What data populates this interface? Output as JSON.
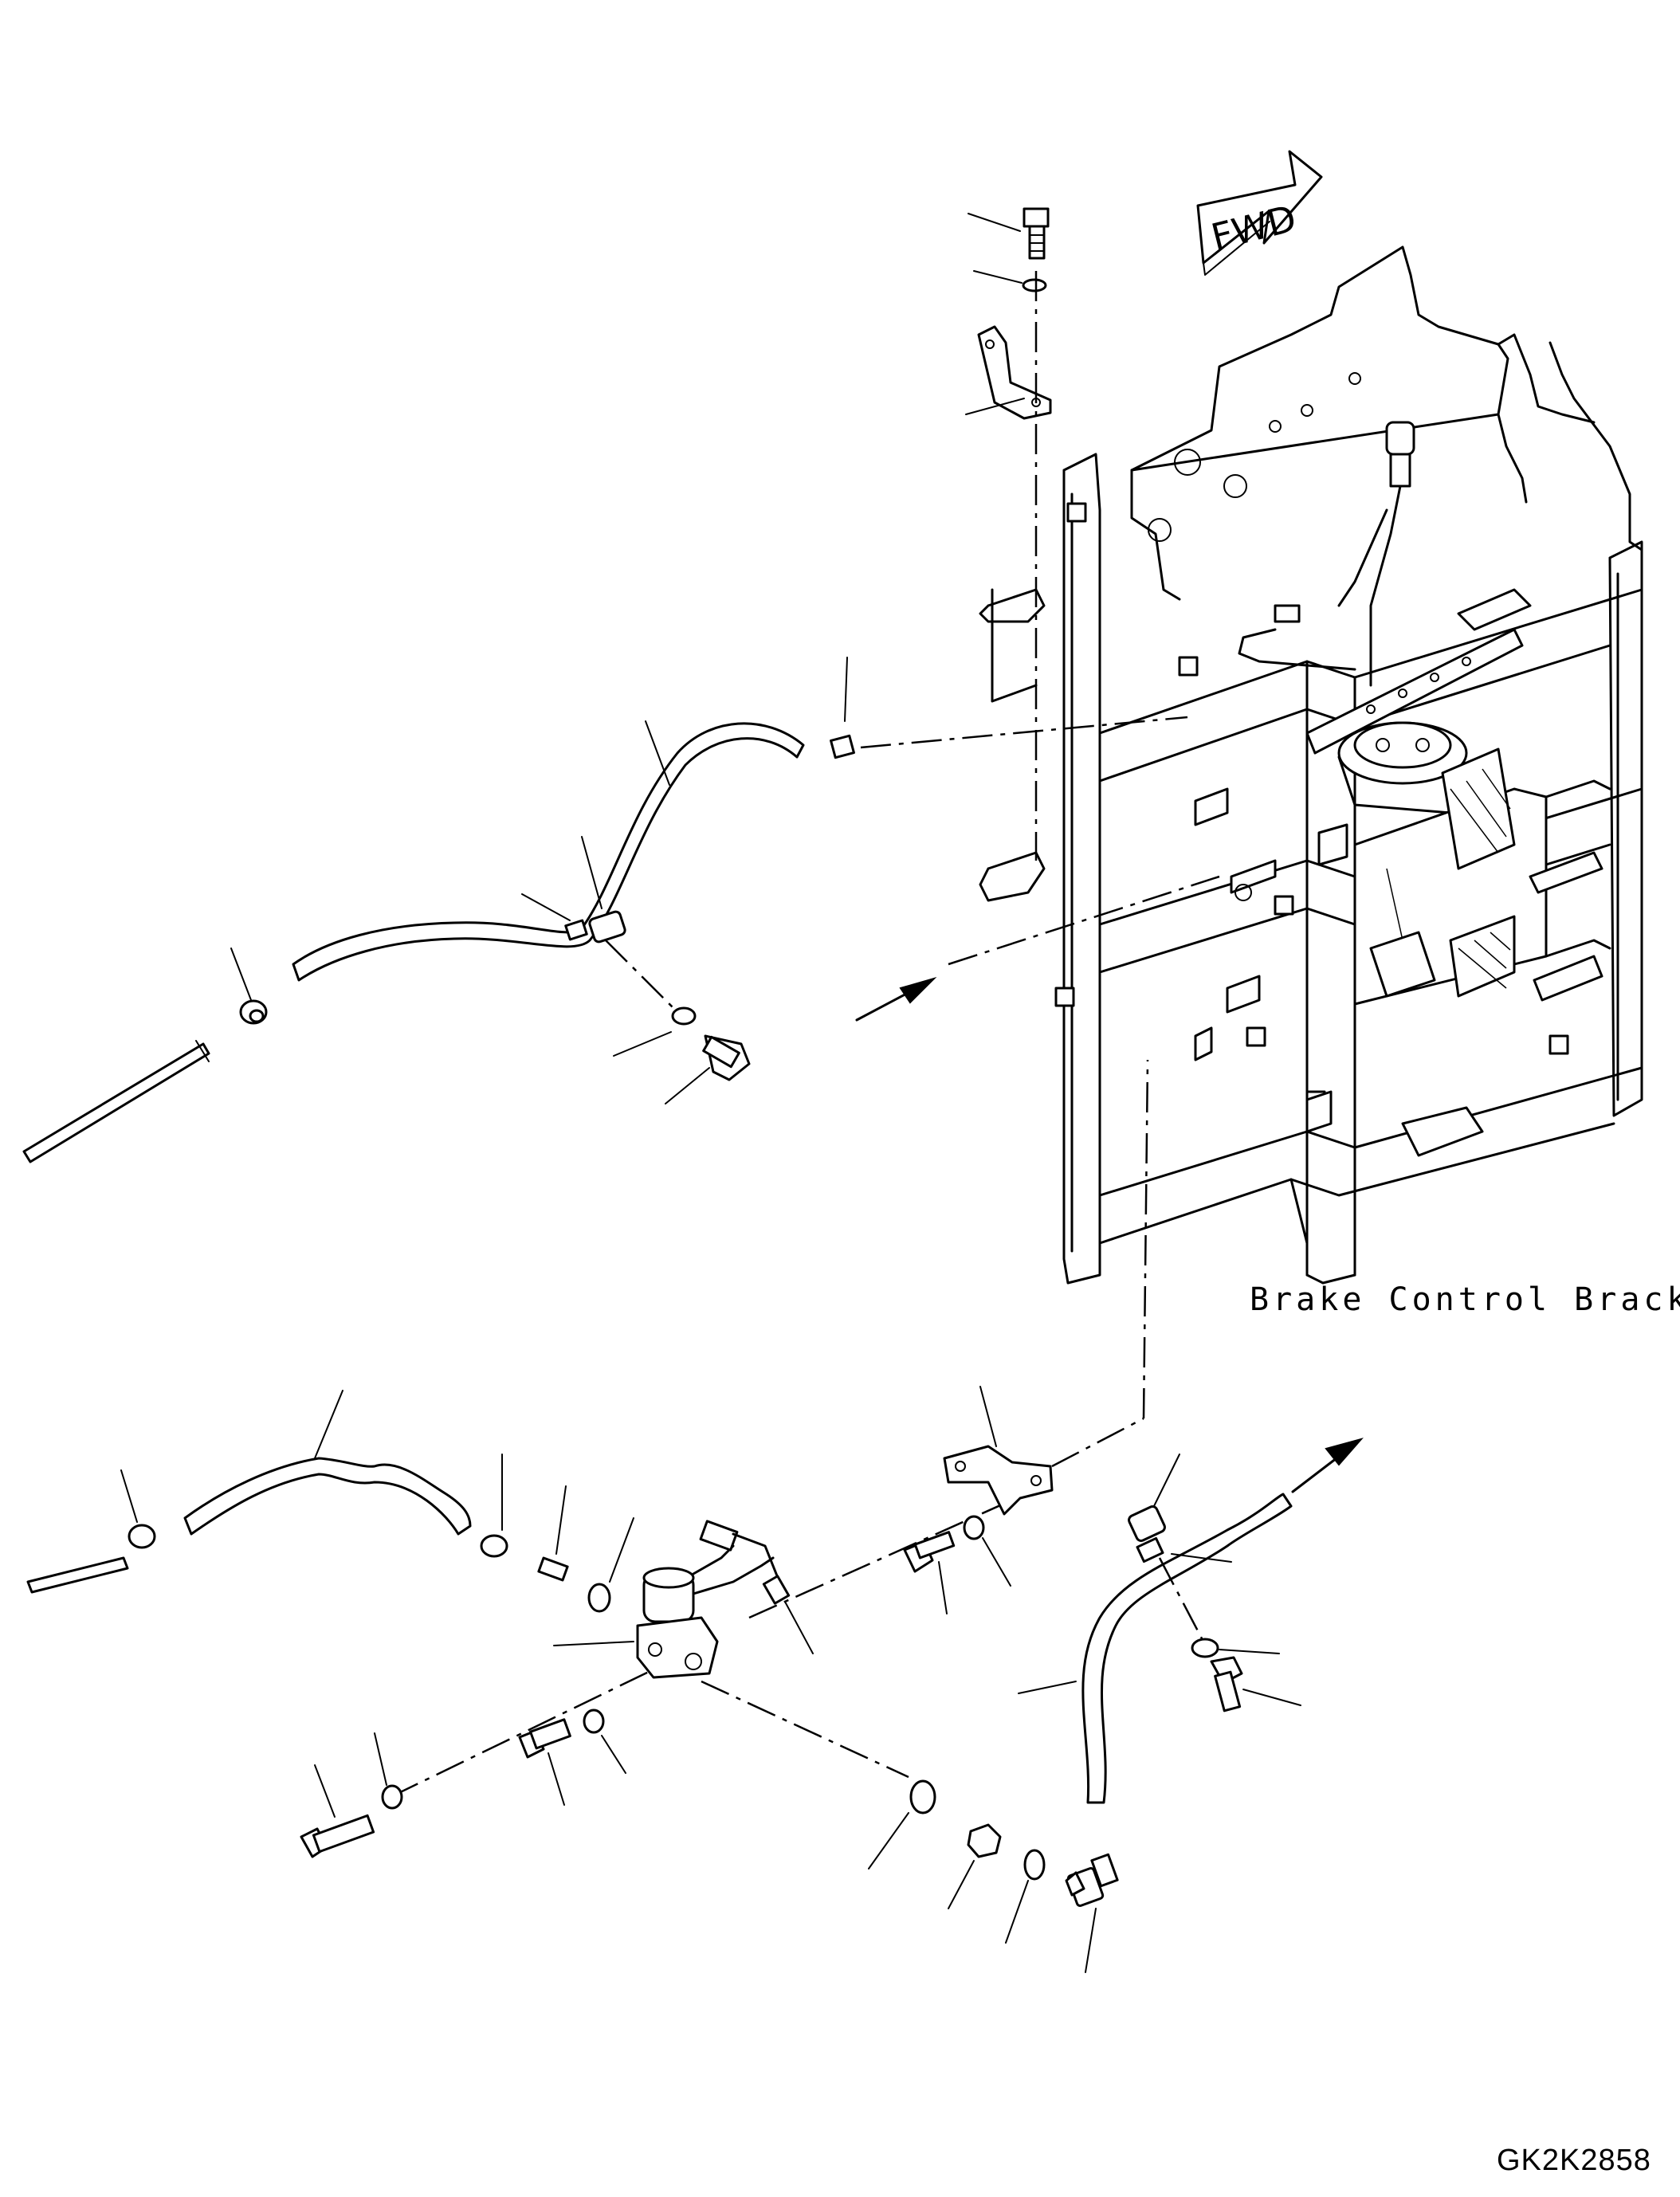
{
  "figure": {
    "direction_label": "FWD",
    "assembly_label": "Brake Control Bracket",
    "drawing_code": "GK2K2858"
  },
  "icons": {
    "direction": "forward-arrow-icon"
  }
}
